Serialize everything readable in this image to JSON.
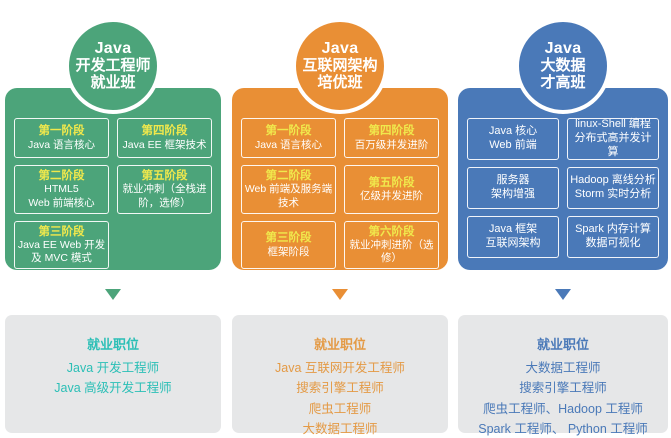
{
  "columns": [
    {
      "key": "java-dev",
      "accent": "#4CA47A",
      "badge": {
        "line1": "Java",
        "line2": "开发工程师",
        "line3": "就业班"
      },
      "stages": [
        {
          "title": "第一阶段",
          "desc": "Java 语言核心"
        },
        {
          "title": "第四阶段",
          "desc": "Java EE 框架技术"
        },
        {
          "title": "第二阶段",
          "desc": "HTML5\nWeb 前端核心"
        },
        {
          "title": "第五阶段",
          "desc": "就业冲刺（全栈进\n阶，选修）"
        },
        {
          "title": "第三阶段",
          "desc": "Java EE Web 开发\n及 MVC 模式"
        }
      ],
      "card": {
        "title": "就业职位",
        "lines": [
          "Java 开发工程师",
          "Java 高级开发工程师"
        ]
      }
    },
    {
      "key": "java-arch",
      "accent": "#E98F35",
      "badge": {
        "line1": "Java",
        "line2": "互联网架构",
        "line3": "培优班"
      },
      "stages": [
        {
          "title": "第一阶段",
          "desc": "Java 语言核心"
        },
        {
          "title": "第四阶段",
          "desc": "百万级并发进阶"
        },
        {
          "title": "第二阶段",
          "desc": "Web 前端及服务端技术"
        },
        {
          "title": "第五阶段",
          "desc": "亿级并发进阶"
        },
        {
          "title": "第三阶段",
          "desc": "框架阶段"
        },
        {
          "title": "第六阶段",
          "desc": "就业冲刺进阶（选修）"
        }
      ],
      "card": {
        "title": "就业职位",
        "lines": [
          "Java 互联网开发工程师",
          "搜索引擎工程师",
          "爬虫工程师",
          "大数据工程师"
        ]
      }
    },
    {
      "key": "java-bigdata",
      "accent": "#4A79B8",
      "badge": {
        "line1": "Java",
        "line2": "大数据",
        "line3": "才高班"
      },
      "stages": [
        {
          "title": "",
          "desc": "Java 核心\nWeb 前端"
        },
        {
          "title": "",
          "desc": "linux-Shell 编程\n分布式高并发计算"
        },
        {
          "title": "",
          "desc": "服务器\n架构增强"
        },
        {
          "title": "",
          "desc": "Hadoop 离线分析\nStorm 实时分析"
        },
        {
          "title": "",
          "desc": "Java 框架\n互联网架构"
        },
        {
          "title": "",
          "desc": "Spark 内存计算\n数据可视化"
        }
      ],
      "card": {
        "title": "就业职位",
        "lines": [
          "大数据工程师",
          "搜索引擎工程师",
          "爬虫工程师、Hadoop 工程师",
          "Spark 工程师、 Python 工程师"
        ]
      }
    }
  ]
}
